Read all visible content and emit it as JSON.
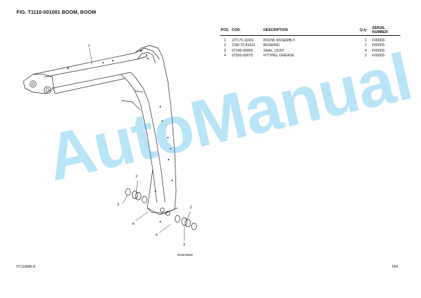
{
  "figure": {
    "title": "FIG. T1110-001001 BOOM, BOOM"
  },
  "parts_table": {
    "headers": {
      "pos": "POS.",
      "cod": "COD.",
      "description": "DESCRIPTION",
      "qty": "Q.ty",
      "serial": "SERIAL NUMBER"
    },
    "rows": [
      {
        "pos": "1",
        "cod": "22T-70-11001",
        "description": "BOOM, ASSEMBLY",
        "qty": "1",
        "serial": "F00003-"
      },
      {
        "pos": "2",
        "cod": "21W-70-41611",
        "description": "BUSHING",
        "qty": "2",
        "serial": "F00003-"
      },
      {
        "pos": "3",
        "cod": "07145-00065",
        "description": "SEAL, DUST",
        "qty": "4",
        "serial": "F00003-"
      },
      {
        "pos": "4",
        "cod": "07020-00675",
        "description": "FITTING, GREASE",
        "qty": "2",
        "serial": "F00002-"
      }
    ]
  },
  "drawing": {
    "callouts": [
      "1",
      "2",
      "3",
      "4",
      "2",
      "4",
      "3"
    ],
    "reference_code": "RKB79050"
  },
  "watermark": "AutoManual",
  "footer": {
    "model": "PC118MR-8",
    "page": "554"
  }
}
